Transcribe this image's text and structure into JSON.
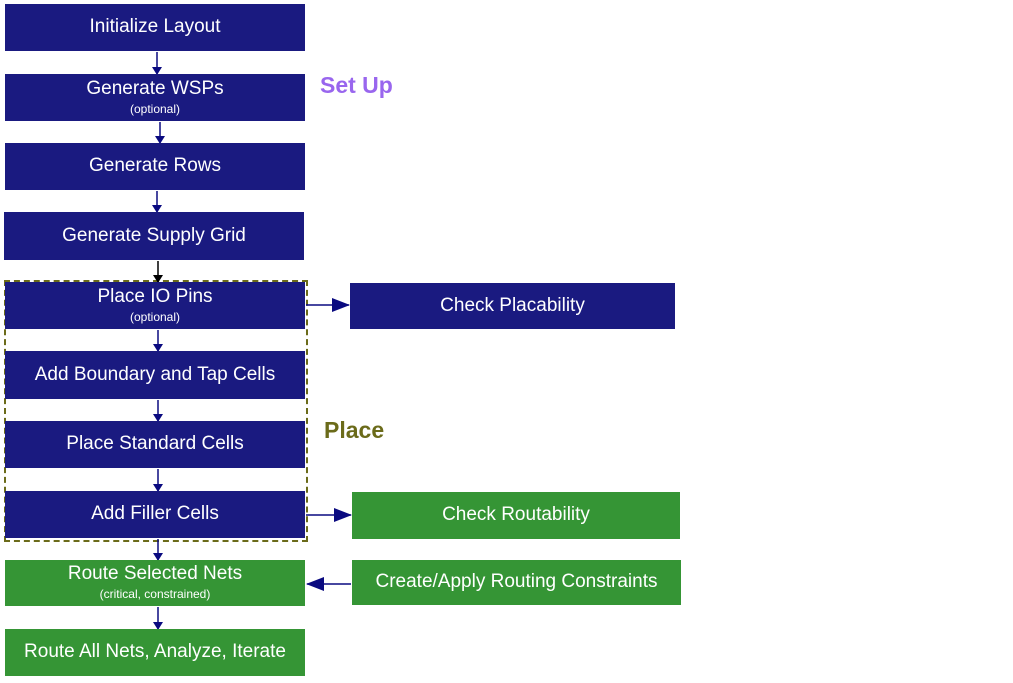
{
  "steps": {
    "initialize": "Initialize Layout",
    "wsps": "Generate WSPs",
    "wsps_note": "(optional)",
    "rows": "Generate Rows",
    "supply": "Generate Supply Grid",
    "io": "Place IO Pins",
    "io_note": "(optional)",
    "boundary": "Add Boundary and Tap Cells",
    "std": "Place Standard Cells",
    "filler": "Add Filler Cells",
    "route_sel": "Route Selected Nets",
    "route_sel_note": "(critical, constrained)",
    "route_all": "Route All Nets, Analyze, Iterate"
  },
  "side": {
    "placability": "Check Placability",
    "routability": "Check Routability",
    "constraints": "Create/Apply Routing Constraints"
  },
  "groups": {
    "setup": "Set Up",
    "place": "Place"
  },
  "colors": {
    "blue_box": "#1a1a80",
    "green_box": "#359535",
    "setup_label": "#9966ee",
    "place_label": "#6b6b1a",
    "arrow": "#0a0a80"
  }
}
